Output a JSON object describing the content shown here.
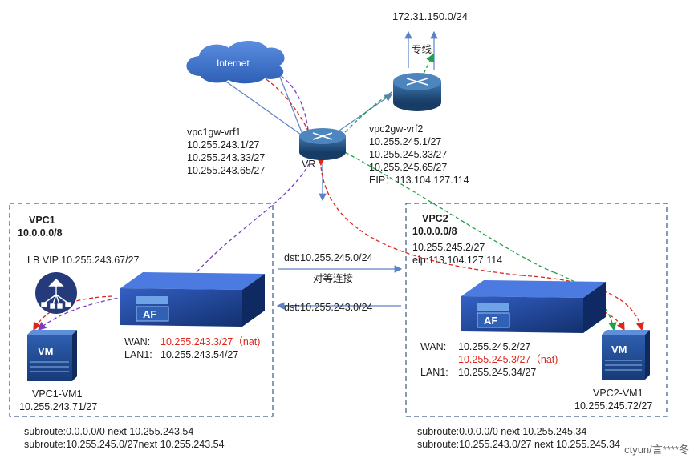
{
  "cloud": {
    "label": "Internet"
  },
  "dedicated_line": {
    "network": "172.31.150.0/24",
    "label": "专线"
  },
  "vr": {
    "label": "VR"
  },
  "vpc1gw": {
    "name": "vpc1gw-vrf1",
    "ips": [
      "10.255.243.1/27",
      "10.255.243.33/27",
      "10.255.243.65/27"
    ]
  },
  "vpc2gw": {
    "name": "vpc2gw-vrf2",
    "ips": [
      "10.255.245.1/27",
      "10.255.245.33/27",
      "10.255.245.65/27"
    ],
    "eip": "EIP：113.104.127.114"
  },
  "vpc1": {
    "name": "VPC1",
    "cidr": "10.0.0.0/8",
    "lb_vip": "LB VIP 10.255.243.67/27",
    "af_label": "AF",
    "wan_label": "WAN:",
    "wan_ip": "10.255.243.3/27（nat)",
    "lan_label": "LAN1:",
    "lan_ip": "10.255.243.54/27",
    "vm_label": "VM",
    "vm_name": "VPC1-VM1",
    "vm_ip": "10.255.243.71/27",
    "subroutes": [
      "subroute:0.0.0.0/0 next 10.255.243.54",
      "subroute:10.255.245.0/27next 10.255.243.54"
    ]
  },
  "vpc2": {
    "name": "VPC2",
    "cidr": "10.0.0.0/8",
    "ip": "10.255.245.2/27",
    "eip": "eip:113.104.127.114",
    "af_label": "AF",
    "wan_label": "WAN:",
    "wan_ip": "10.255.245.2/27",
    "nat_ip": "10.255.245.3/27（nat)",
    "lan_label": "LAN1:",
    "lan_ip": "10.255.245.34/27",
    "vm_label": "VM",
    "vm_name": "VPC2-VM1",
    "vm_ip": "10.255.245.72/27",
    "subroutes": [
      "subroute:0.0.0.0/0 next 10.255.245.34",
      "subroute:10.255.243.0/27 next 10.255.245.34"
    ]
  },
  "peering": {
    "dst_right": "dst:10.255.245.0/24",
    "label": "对等连接",
    "dst_left": "dst:10.255.243.0/24"
  },
  "watermark": "ctyun/言****冬",
  "colors": {
    "router": "#1f4f7d",
    "appliance": "#1a3f8f",
    "flow_red": "#e0251b",
    "flow_purple": "#7a3fbf",
    "flow_green": "#1fa04a",
    "link": "#5b82c4",
    "vpc_border": "#3a5a8a"
  }
}
